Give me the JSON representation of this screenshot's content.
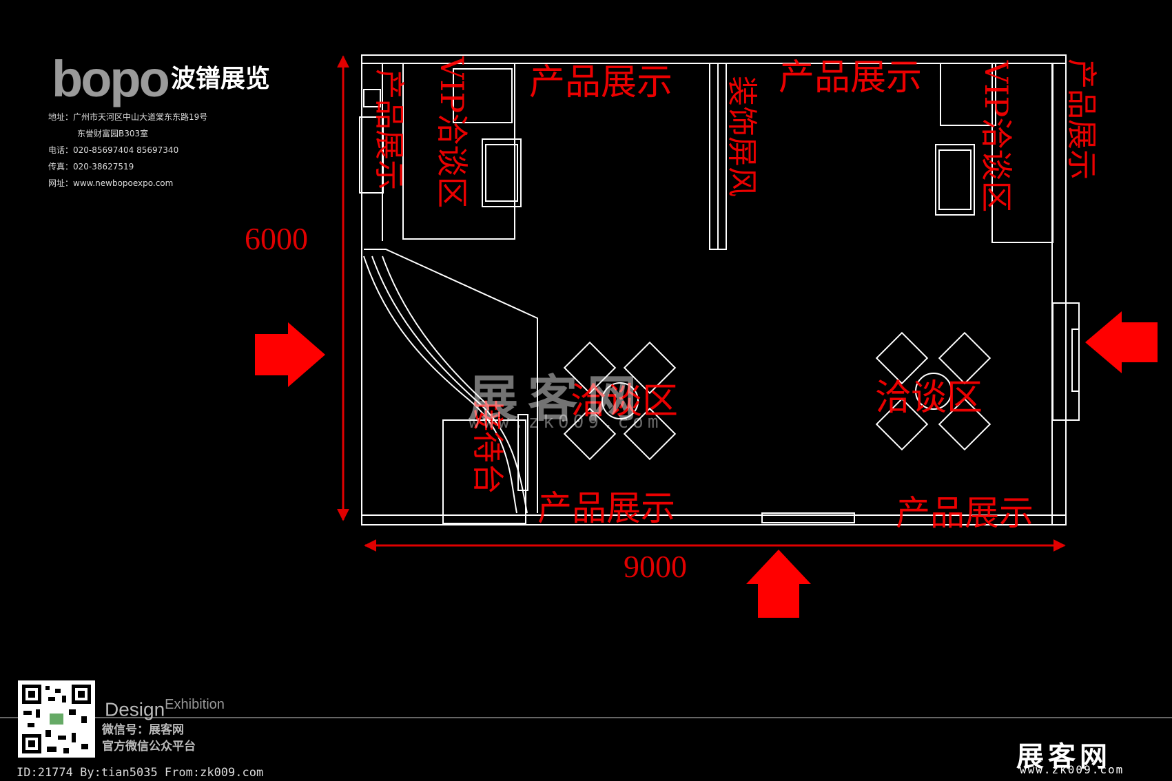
{
  "brand": {
    "logo_latin": "bopo",
    "logo_cn": "波镨展览"
  },
  "contact": {
    "address_1": "地址：广州市天河区中山大道棠东东路19号",
    "address_2": "东誉财富园B303室",
    "phone": "电话：020-85697404  85697340",
    "fax": "传真：020-38627519",
    "web": "网址：www.newbopoexpo.com"
  },
  "plan": {
    "labels": {
      "product_display": "产品展示",
      "vip_talk": "VIP洽谈区",
      "decor_screen": "装饰屏风",
      "talk_area": "洽谈区",
      "reception": "接待台"
    },
    "dimensions": {
      "height": "6000",
      "width": "9000"
    }
  },
  "footer": {
    "design": "Design",
    "exhibition": "Exhibition",
    "wechat_id": "微信号：展客网",
    "wechat_platform": "官方微信公众平台",
    "id_line": "ID:21774 By:tian5035 From:zk009.com"
  },
  "watermark": {
    "name": "展客网",
    "url": "www.zk009.com"
  },
  "colors": {
    "accent": "#ff0000",
    "lines": "#ffffff",
    "background": "#000000"
  }
}
